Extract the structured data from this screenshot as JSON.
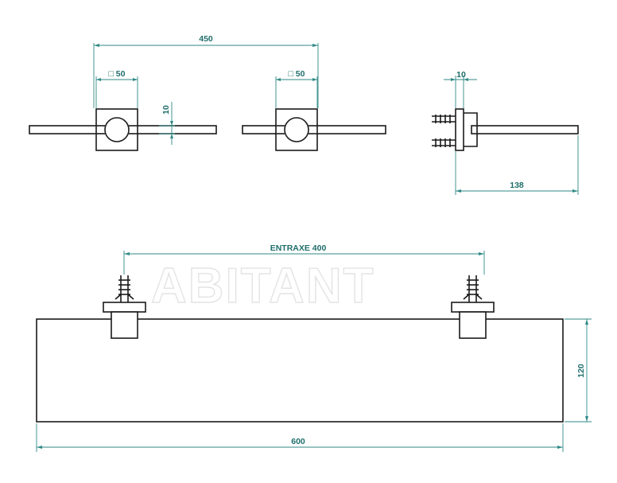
{
  "watermark": "ABITANT",
  "dimensions": {
    "top_span": "450",
    "square_left": "□ 50",
    "square_right": "□ 50",
    "thickness": "10",
    "side_thickness": "10",
    "depth": "138",
    "entraxe": "ENTRAXE 400",
    "length": "600",
    "height": "120"
  },
  "colors": {
    "line": "#1a1a1a",
    "dimension": "#2f8a86",
    "watermark": "#e4e4e4"
  }
}
